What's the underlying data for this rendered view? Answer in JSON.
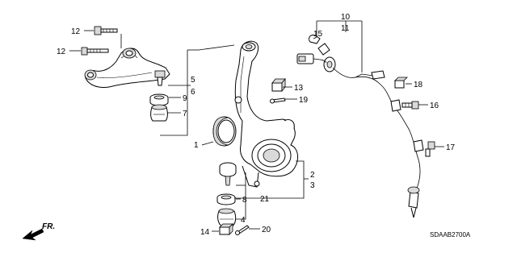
{
  "callouts": {
    "p1": "1",
    "p2": "2",
    "p3": "3",
    "p4": "4",
    "p5": "5",
    "p6": "6",
    "p7": "7",
    "p8": "8",
    "p9": "9",
    "p10": "10",
    "p11": "11",
    "p12a": "12",
    "p12b": "12",
    "p13": "13",
    "p14": "14",
    "p15": "15",
    "p16": "16",
    "p17": "17",
    "p18": "18",
    "p19": "19",
    "p20": "20",
    "p21": "21"
  },
  "front_indicator": "FR.",
  "diagram_code": "SDAAB2700A"
}
